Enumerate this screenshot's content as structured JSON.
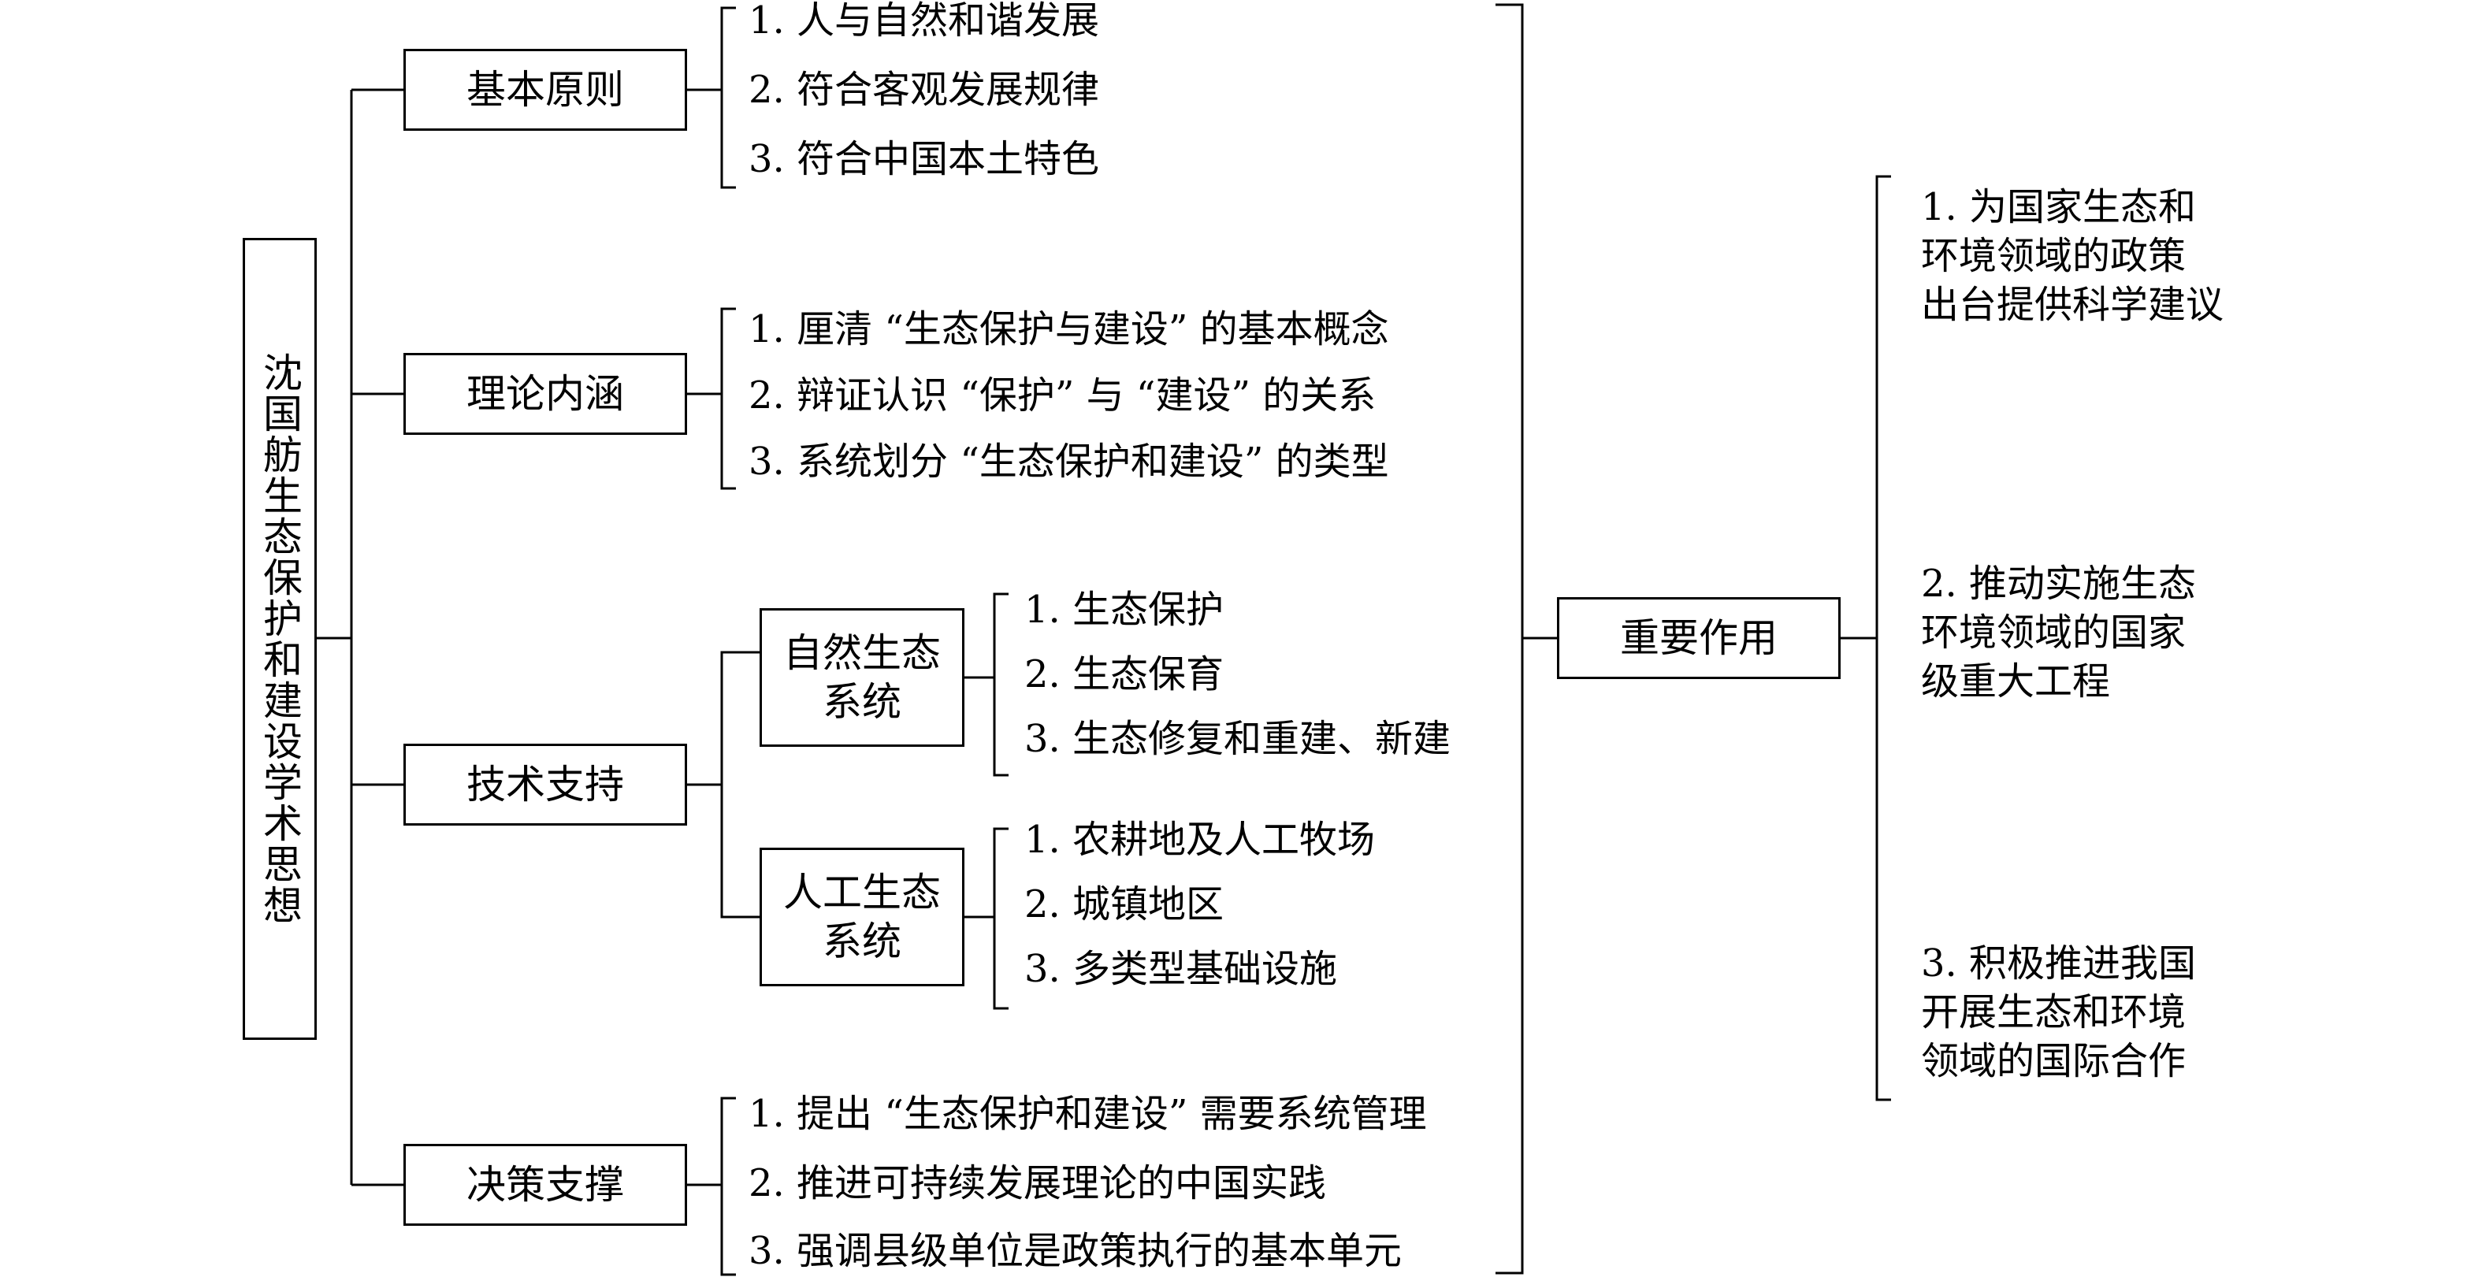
{
  "root": "沈国舫生态保护和建设学术思想",
  "branches": [
    {
      "label": "基本原则",
      "items": [
        "1. 人与自然和谐发展",
        "2. 符合客观发展规律",
        "3. 符合中国本土特色"
      ]
    },
    {
      "label": "理论内涵",
      "items": [
        "1. 厘清 “生态保护与建设” 的基本概念",
        "2. 辩证认识 “保护” 与 “建设” 的关系",
        "3. 系统划分 “生态保护和建设” 的类型"
      ]
    },
    {
      "label": "技术支持",
      "subgroups": [
        {
          "label": "自然生态系统",
          "items": [
            "1. 生态保护",
            "2. 生态保育",
            "3. 生态修复和重建、新建"
          ]
        },
        {
          "label": "人工生态系统",
          "items": [
            "1. 农耕地及人工牧场",
            "2. 城镇地区",
            "3. 多类型基础设施"
          ]
        }
      ]
    },
    {
      "label": "决策支撑",
      "items": [
        "1. 提出 “生态保护和建设” 需要系统管理",
        "2. 推进可持续发展理论的中国实践",
        "3. 强调县级单位是政策执行的基本单元"
      ]
    }
  ],
  "summary": {
    "label": "重要作用",
    "effects": [
      "1. 为国家生态和\n环境领域的政策\n出台提供科学建议",
      "2. 推动实施生态\n环境领域的国家\n级重大工程",
      "3. 积极推进我国\n开展生态和环境\n领域的国际合作"
    ]
  }
}
